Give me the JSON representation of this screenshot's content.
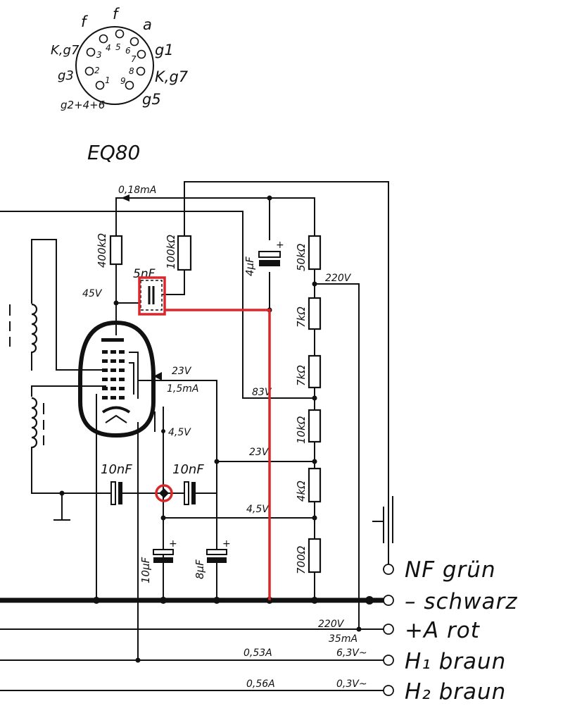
{
  "socket": {
    "pins": {
      "p1": "1",
      "p2": "2",
      "p3": "3",
      "p4": "4",
      "p5": "5",
      "p6": "6",
      "p7": "7",
      "p8": "8",
      "p9": "9"
    },
    "labels": {
      "f_left": "f",
      "f_top": "f",
      "a": "a",
      "g1": "g1",
      "k_g7_left": "K,g7",
      "k_g7_right": "K,g7",
      "g3": "g3",
      "g5": "g5",
      "g246": "g2+4+6"
    }
  },
  "tube_label": "EQ80",
  "components": {
    "r_400k": "400kΩ",
    "r_100k": "100kΩ",
    "c_5nf": "5nF",
    "c_4uf": "4μF",
    "r_50k": "50kΩ",
    "r_7k_a": "7kΩ",
    "r_7k_b": "7kΩ",
    "r_10k": "10kΩ",
    "r_4k": "4kΩ",
    "r_700": "700Ω",
    "c_10nf_left": "10nF",
    "c_10nf_right": "10nF",
    "c_10uf": "10μF",
    "c_8uf": "8μF"
  },
  "annotations": {
    "i_018ma": "0,18mA",
    "v_45": "45V",
    "v_220_top": "220V",
    "v_23_grid": "23V",
    "i_15ma": "1,5mA",
    "v_83": "83V",
    "v_45_cath": "4,5V",
    "v_23_div": "23V",
    "v_45_div": "4,5V",
    "v_220_bot": "220V",
    "i_35ma": "35mA",
    "i_053a": "0,53A",
    "v_63": "6,3V~",
    "i_056a": "0,56A",
    "v_03": "0,3V~"
  },
  "terminals": [
    {
      "label": "NF grün"
    },
    {
      "label": "– schwarz"
    },
    {
      "label": "+A rot"
    },
    {
      "label": "H₁ braun"
    },
    {
      "label": "H₂ braun"
    }
  ],
  "colors": {
    "ink": "#111111",
    "highlight": "#d8282b",
    "background": "#ffffff"
  }
}
